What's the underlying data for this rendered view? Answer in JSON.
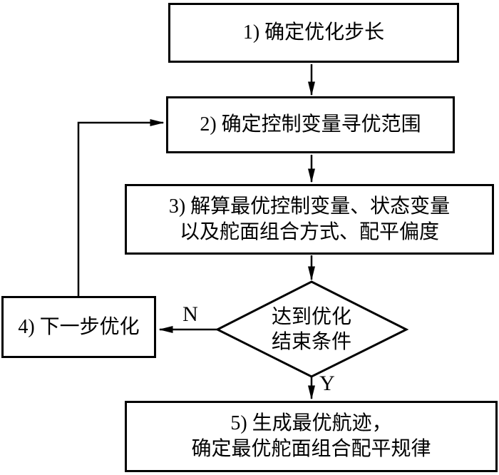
{
  "flowchart": {
    "background_color": "#ffffff",
    "stroke_color": "#000000",
    "steps": [
      {
        "id": "step-1",
        "lines": [
          "1) 确定优化步长"
        ]
      },
      {
        "id": "step-2",
        "lines": [
          "2) 确定控制变量寻优范围"
        ]
      },
      {
        "id": "step-3",
        "lines": [
          "3) 解算最优控制变量、状态变量",
          "以及舵面组合方式、配平偏度"
        ]
      },
      {
        "id": "step-4",
        "lines": [
          "4) 下一步优化"
        ]
      },
      {
        "id": "step-5",
        "lines": [
          "5) 生成最优航迹，",
          "确定最优舵面组合配平规律"
        ]
      }
    ],
    "decision": {
      "lines": [
        "达到优化",
        "结束条件"
      ]
    },
    "branch_labels": {
      "no": "N",
      "yes": "Y"
    }
  }
}
